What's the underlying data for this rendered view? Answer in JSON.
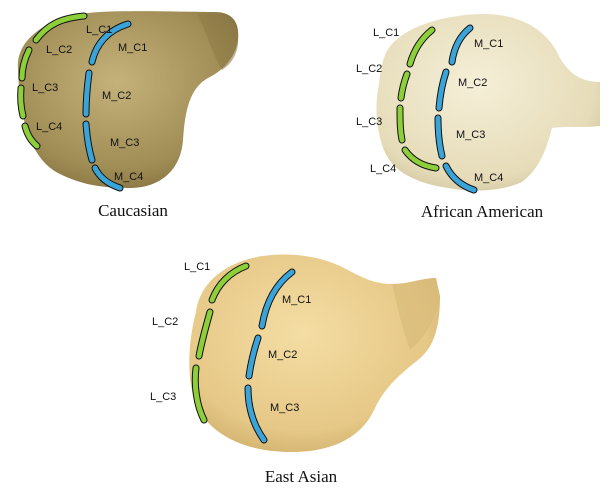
{
  "colors": {
    "lateral": "#8ccf3a",
    "medial": "#3aa4d8",
    "outline": "#111111",
    "bone_caucasian": "#a89760",
    "bone_african_american": "#eae2c4",
    "bone_east_asian": "#e9cf8f"
  },
  "panels": [
    {
      "caption": "Caucasian",
      "lateral_labels": [
        "L_C1",
        "L_C2",
        "L_C3",
        "L_C4"
      ],
      "medial_labels": [
        "M_C1",
        "M_C2",
        "M_C3",
        "M_C4"
      ]
    },
    {
      "caption": "African American",
      "lateral_labels": [
        "L_C1",
        "L_C2",
        "L_C3",
        "L_C4"
      ],
      "medial_labels": [
        "M_C1",
        "M_C2",
        "M_C3",
        "M_C4"
      ]
    },
    {
      "caption": "East Asian",
      "lateral_labels": [
        "L_C1",
        "L_C2",
        "L_C3"
      ],
      "medial_labels": [
        "M_C1",
        "M_C2",
        "M_C3"
      ]
    }
  ]
}
